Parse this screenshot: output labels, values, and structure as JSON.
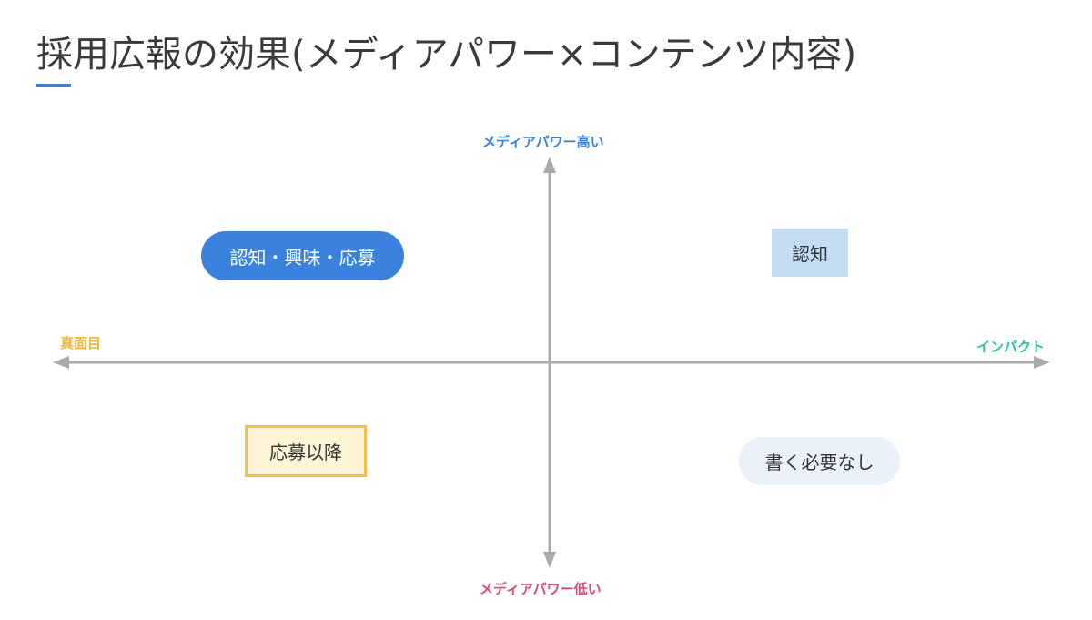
{
  "title": "採用広報の効果(メディアパワー×コンテンツ内容)",
  "axes": {
    "top_label": "メディアパワー高い",
    "bottom_label": "メディアパワー低い",
    "left_label": "真面目",
    "right_label": "インパクト"
  },
  "quadrants": {
    "top_left": "認知・興味・応募",
    "top_right": "認知",
    "bottom_left": "応募以降",
    "bottom_right": "書く必要なし"
  },
  "colors": {
    "title_text": "#3a3a3a",
    "title_accent": "#3a82dd",
    "axis_line": "#aaaaaa",
    "top_label": "#3a82dd",
    "bottom_label": "#d9497a",
    "left_label": "#f1b43c",
    "right_label": "#2ec2a8",
    "top_left_fill": "#3a82dd",
    "top_right_fill": "#c5dcf5",
    "bottom_left_fill": "#fdf3d6",
    "bottom_left_border": "#f1c246",
    "bottom_right_fill": "#eaf1fb"
  }
}
